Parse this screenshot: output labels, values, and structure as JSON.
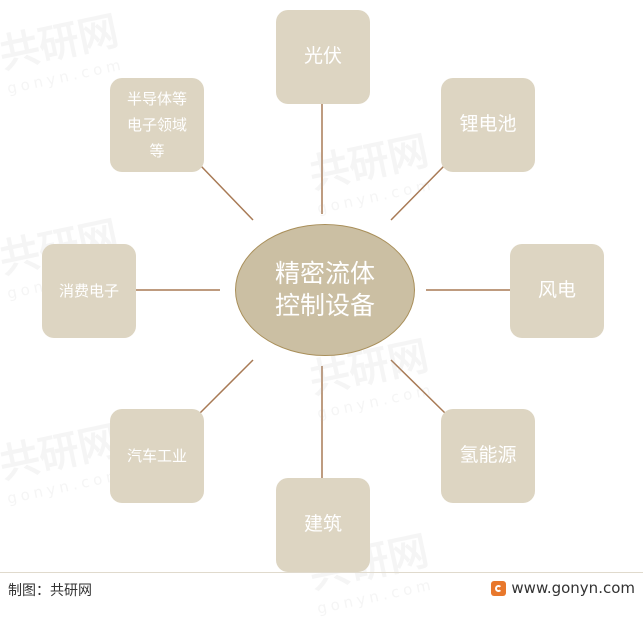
{
  "center": {
    "label": "精密流体控制设备"
  },
  "nodes": {
    "top": "光伏",
    "top_right": "锂电池",
    "right": "风电",
    "bottom_right": "氢能源",
    "bottom": "建筑",
    "bottom_left": "汽车工业",
    "left": "消费电子",
    "top_left": "半导体等电子领域等"
  },
  "footer": {
    "source": "制图：共研网",
    "website": "www.gonyn.com"
  },
  "watermark": {
    "brand": "共研网",
    "url": "gonyn.com"
  },
  "colors": {
    "node_fill": "#ddd5c2",
    "center_fill": "#cbbfa3",
    "connector": "#a87a55",
    "accent": "#e8782c"
  }
}
